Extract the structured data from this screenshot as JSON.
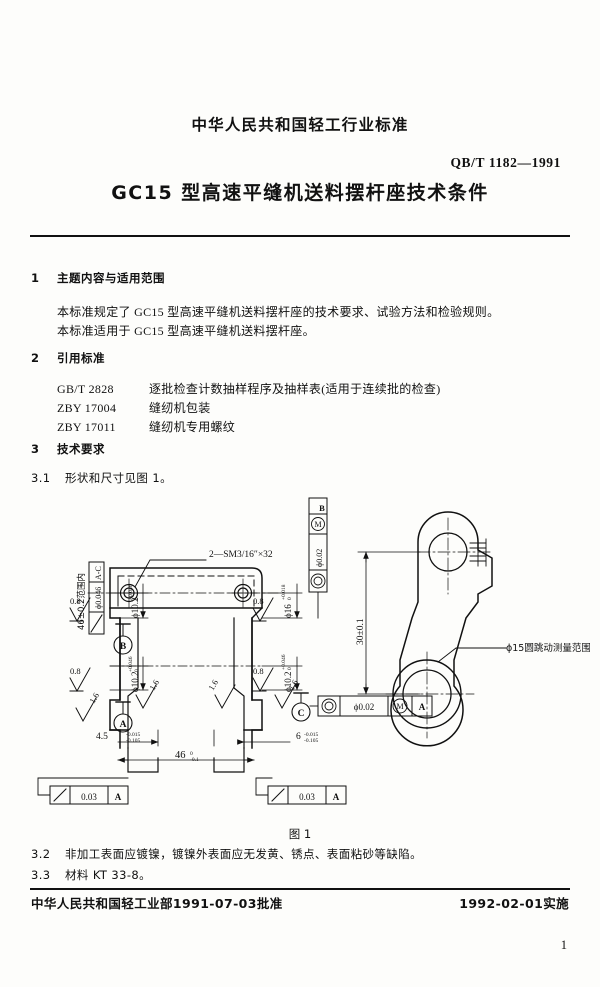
{
  "header": {
    "organization": "中华人民共和国轻工行业标准",
    "standard_number": "QB/T 1182—1991",
    "title": "GC15 型高速平缝机送料摆杆座技术条件"
  },
  "sections": [
    {
      "number": "1",
      "heading": "主题内容与适用范围"
    },
    {
      "number": "2",
      "heading": "引用标准"
    },
    {
      "number": "3",
      "heading": "技术要求"
    }
  ],
  "scope": {
    "line1": "本标准规定了 GC15 型高速平缝机送料摆杆座的技术要求、试验方法和检验规则。",
    "line2": "本标准适用于 GC15 型高速平缝机送料摆杆座。"
  },
  "references": [
    {
      "code": "GB/T 2828",
      "title": "逐批检查计数抽样程序及抽样表(适用于连续批的检查)"
    },
    {
      "code": "ZBY 17004",
      "title": "缝纫机包装"
    },
    {
      "code": "ZBY 17011",
      "title": "缝纫机专用螺纹"
    }
  ],
  "requirements": [
    {
      "number": "3.1",
      "text": "形状和尺寸见图 1。"
    },
    {
      "number": "3.2",
      "text": "非加工表面应镀镍，镀镍外表面应无发黄、锈点、表面粘砂等缺陷。"
    },
    {
      "number": "3.3",
      "text": "材料  KT 33-8。"
    }
  ],
  "figure": {
    "caption": "图 1",
    "thread_callout": "2—SM3/16″×32",
    "runout_note": "ϕ15圆跳动测量范围",
    "range_note": "46±0.2范围内",
    "dimensions": {
      "dia_10_2_upper": "ϕ10.2",
      "dia_10_2_upper_tol_up": "+0.046",
      "dia_10_2_upper_tol_dn": "0",
      "dia_10_2_lower": "ϕ10.2",
      "dia_10_2_lower_tol_up": "+0.046",
      "dia_10_2_lower_tol_dn": "0",
      "dia_16": "ϕ16",
      "dia_16_tol_up": "+0.018",
      "dia_16_tol_dn": "0",
      "height_30": "30±0.1",
      "len_46": "46",
      "len_46_tol_up": "0",
      "len_46_tol_dn": "-0.1",
      "w_4_5": "4.5",
      "w_4_5_tol_up": "-0.015",
      "w_4_5_tol_dn": "-0.105",
      "w_6": "6",
      "w_6_tol_up": "-0.015",
      "w_6_tol_dn": "-0.105"
    },
    "surface_finishes": [
      "0.8",
      "0.8",
      "0.8",
      "0.8",
      "1.6",
      "1.6",
      "1.6",
      "1.6"
    ],
    "datums": [
      "A",
      "B",
      "C"
    ],
    "fcf": [
      {
        "symbol": "parallelism",
        "tolerance": "ϕ0.046",
        "datum": "A-C"
      },
      {
        "symbol": "position",
        "tolerance": "ϕ0.02",
        "modifier": "M",
        "datum": "B"
      },
      {
        "symbol": "position",
        "tolerance": "ϕ0.02",
        "modifier": "M",
        "datum": "A"
      },
      {
        "symbol": "runout",
        "tolerance": "0.03",
        "datum": "A"
      },
      {
        "symbol": "runout",
        "tolerance": "0.03",
        "datum": "A"
      }
    ]
  },
  "footer": {
    "approval": "中华人民共和国轻工业部1991-07-03批准",
    "effective": "1992-02-01实施",
    "page_number": "1"
  },
  "colors": {
    "ink": "#111111",
    "paper": "#fdfdfb"
  }
}
